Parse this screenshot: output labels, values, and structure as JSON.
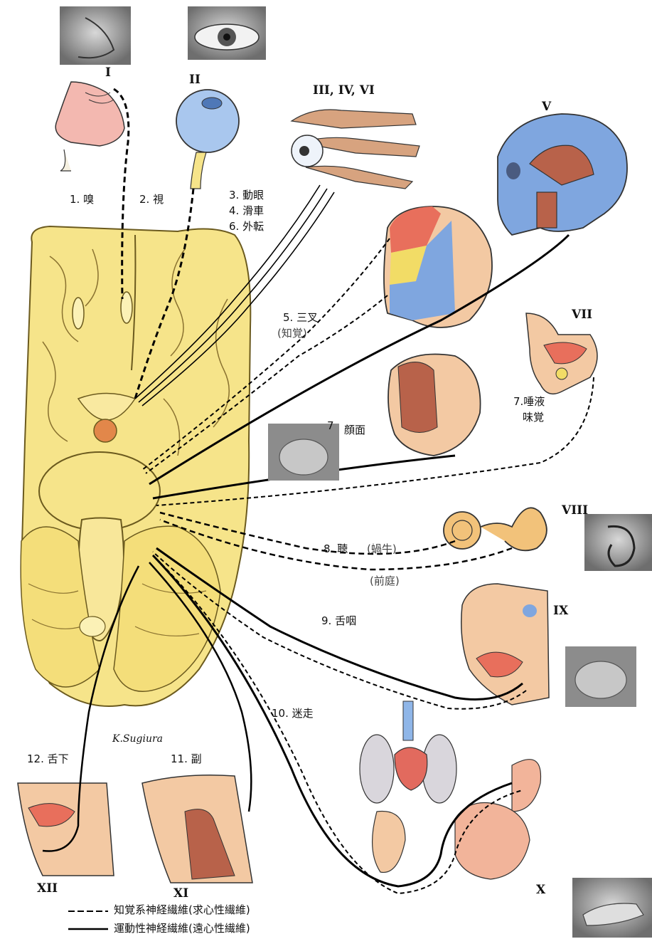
{
  "roman_numerals": {
    "i": "I",
    "ii": "II",
    "iii_iv_vi": "III, IV, VI",
    "v": "V",
    "vii": "VII",
    "viii": "VIII",
    "ix": "IX",
    "x": "X",
    "xi": "XI",
    "xii": "XII"
  },
  "nerve_labels": {
    "olfactory": "1. 嗅",
    "optic": "2. 視",
    "oculomotor": "3. 動眼",
    "trochlear": "4. 滑車",
    "abducens": "6. 外転",
    "trigeminal": "5. 三叉",
    "trigeminal_sub": "(知覚)",
    "facial": "顔面",
    "facial_num": "7",
    "facial_sensory": "7.唾液",
    "facial_sensory_sub": "味覚",
    "vestibulocochlear": "8. 聴",
    "cochlea": "(蝸牛)",
    "vestibule": "(前庭)",
    "glossopharyngeal": "9. 舌咽",
    "vagus": "10. 迷走",
    "accessory": "11. 副",
    "hypoglossal": "12. 舌下"
  },
  "signature": "K.Sugiura",
  "legend": {
    "sensory": "知覚系神経繊維(求心性繊維)",
    "motor": "運動性神経繊維(遠心性繊維)"
  },
  "colors": {
    "brain": "#f6e48a",
    "brain_outline": "#6b5a1e",
    "skin": "#f3c9a3",
    "muscle": "#b8624a",
    "skull": "#7fa6df",
    "eye": "#a9c7ee",
    "v1": "#e86f5c",
    "v2": "#f2dc66",
    "v3": "#7fa6df",
    "organ_red": "#e26a5e",
    "lung": "#d9d6dc",
    "trachea": "#8fb6e8",
    "photo_gray": "#9a9a9a"
  },
  "icons": {
    "nose_photo": "nose-photo",
    "eye_photo": "eye-photo",
    "tongue_photo": "tongue-photo",
    "ear_photo": "ear-photo",
    "hand_photo": "hand-photo"
  }
}
